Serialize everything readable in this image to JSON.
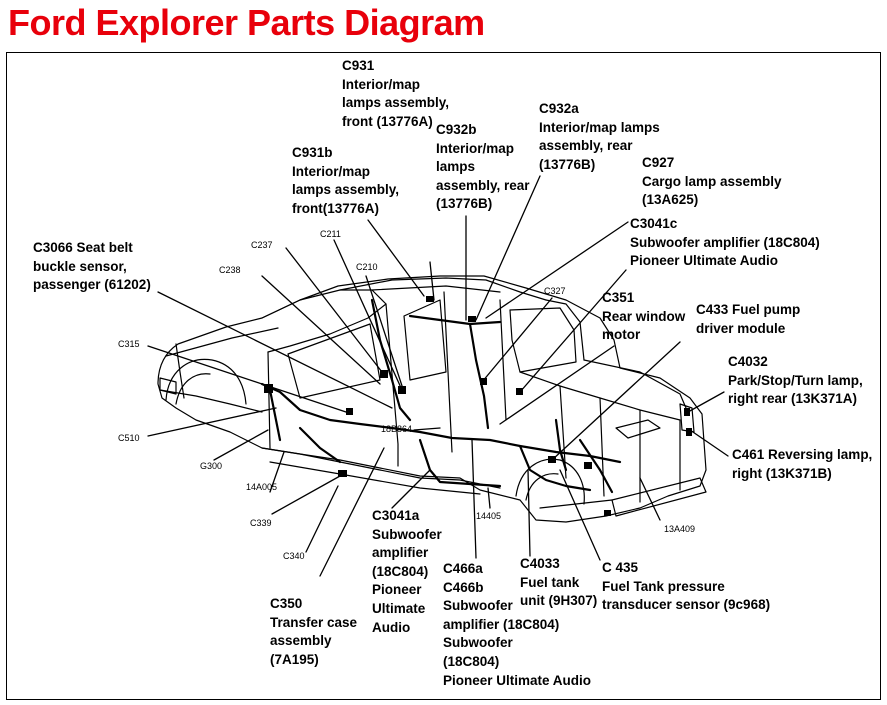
{
  "title": "Ford Explorer Parts Diagram",
  "callouts": {
    "c931": "C931\nInterior/map\nlamps assembly,\nfront (13776A)",
    "c931b": "C931b\nInterior/map\nlamps assembly,\nfront(13776A)",
    "c932b": "C932b\nInterior/map\nlamps\nassembly, rear\n(13776B)",
    "c932a": "C932a\nInterior/map lamps\nassembly, rear\n(13776B)",
    "c927": "C927\nCargo lamp assembly\n(13A625)",
    "c3041c": "C3041c\nSubwoofer amplifier (18C804)\nPioneer Ultimate Audio",
    "c3066": "C3066 Seat belt\nbuckle sensor,\npassenger (61202)",
    "c351": "C351\nRear window\nmotor",
    "c433": "C433 Fuel pump\ndriver module",
    "c4032": "C4032\nPark/Stop/Turn lamp,\nright rear (13K371A)",
    "c461": "C461 Reversing lamp,\nright (13K371B)",
    "c3041a": "C3041a\nSubwoofer\namplifier\n(18C804)\nPioneer\nUltimate\nAudio",
    "c466": "C466a\nC466b\nSubwoofer\namplifier (18C804)\nSubwoofer\n(18C804)\nPioneer Ultimate Audio",
    "c4033": "C4033\nFuel tank\nunit (9H307)",
    "c435": "C 435\nFuel Tank pressure\ntransducer sensor (9c968)",
    "c350": "C350\nTransfer case\nassembly\n(7A195)"
  },
  "small_labels": {
    "c237": "C237",
    "c211": "C211",
    "c210": "C210",
    "c238": "C238",
    "c327": "C327",
    "c315": "C315",
    "c510": "C510",
    "g300": "G300",
    "n14a005": "14A005",
    "c339": "C339",
    "c340": "C340",
    "n18b864": "18B864",
    "n14405": "14405",
    "n13a409": "13A409"
  },
  "colors": {
    "title": "#e8000b",
    "ink": "#000000",
    "background": "#ffffff"
  }
}
